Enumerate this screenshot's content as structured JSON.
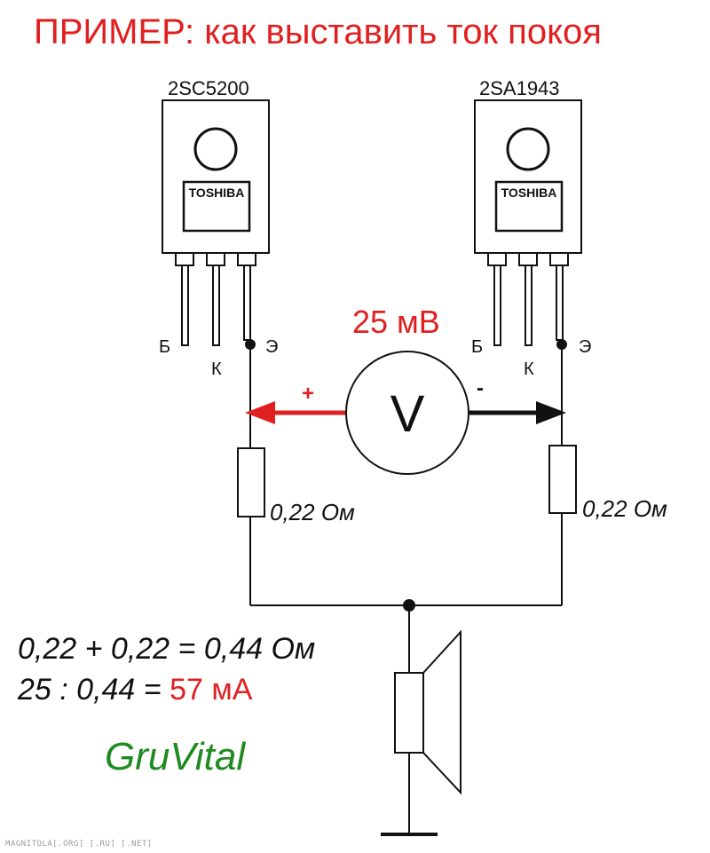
{
  "title": "ПРИМЕР: как выставить ток покоя",
  "transistors": [
    {
      "part": "2SC5200",
      "logo": "TOSHIBA",
      "pins": [
        "Б",
        "К",
        "Э"
      ]
    },
    {
      "part": "2SA1943",
      "logo": "TOSHIBA",
      "pins": [
        "Б",
        "К",
        "Э"
      ]
    }
  ],
  "voltmeter": {
    "reading": "25 мВ",
    "symbol": "V",
    "plus": "+",
    "minus": "-"
  },
  "resistors": [
    "0,22 Ом",
    "0,22 Ом"
  ],
  "calculation": {
    "line1": "0,22 + 0,22 = 0,44 Ом",
    "line2_prefix": "25 : 0,44 = ",
    "line2_result": "57 мА"
  },
  "signature": "GruVital",
  "watermark": "MAGNITOLA[.ORG] [.RU] [.NET]",
  "colors": {
    "title": "#e02020",
    "plus_probe": "#e02020",
    "minus_probe": "#111111",
    "signature": "#1f8a1f",
    "result": "#e02020"
  }
}
